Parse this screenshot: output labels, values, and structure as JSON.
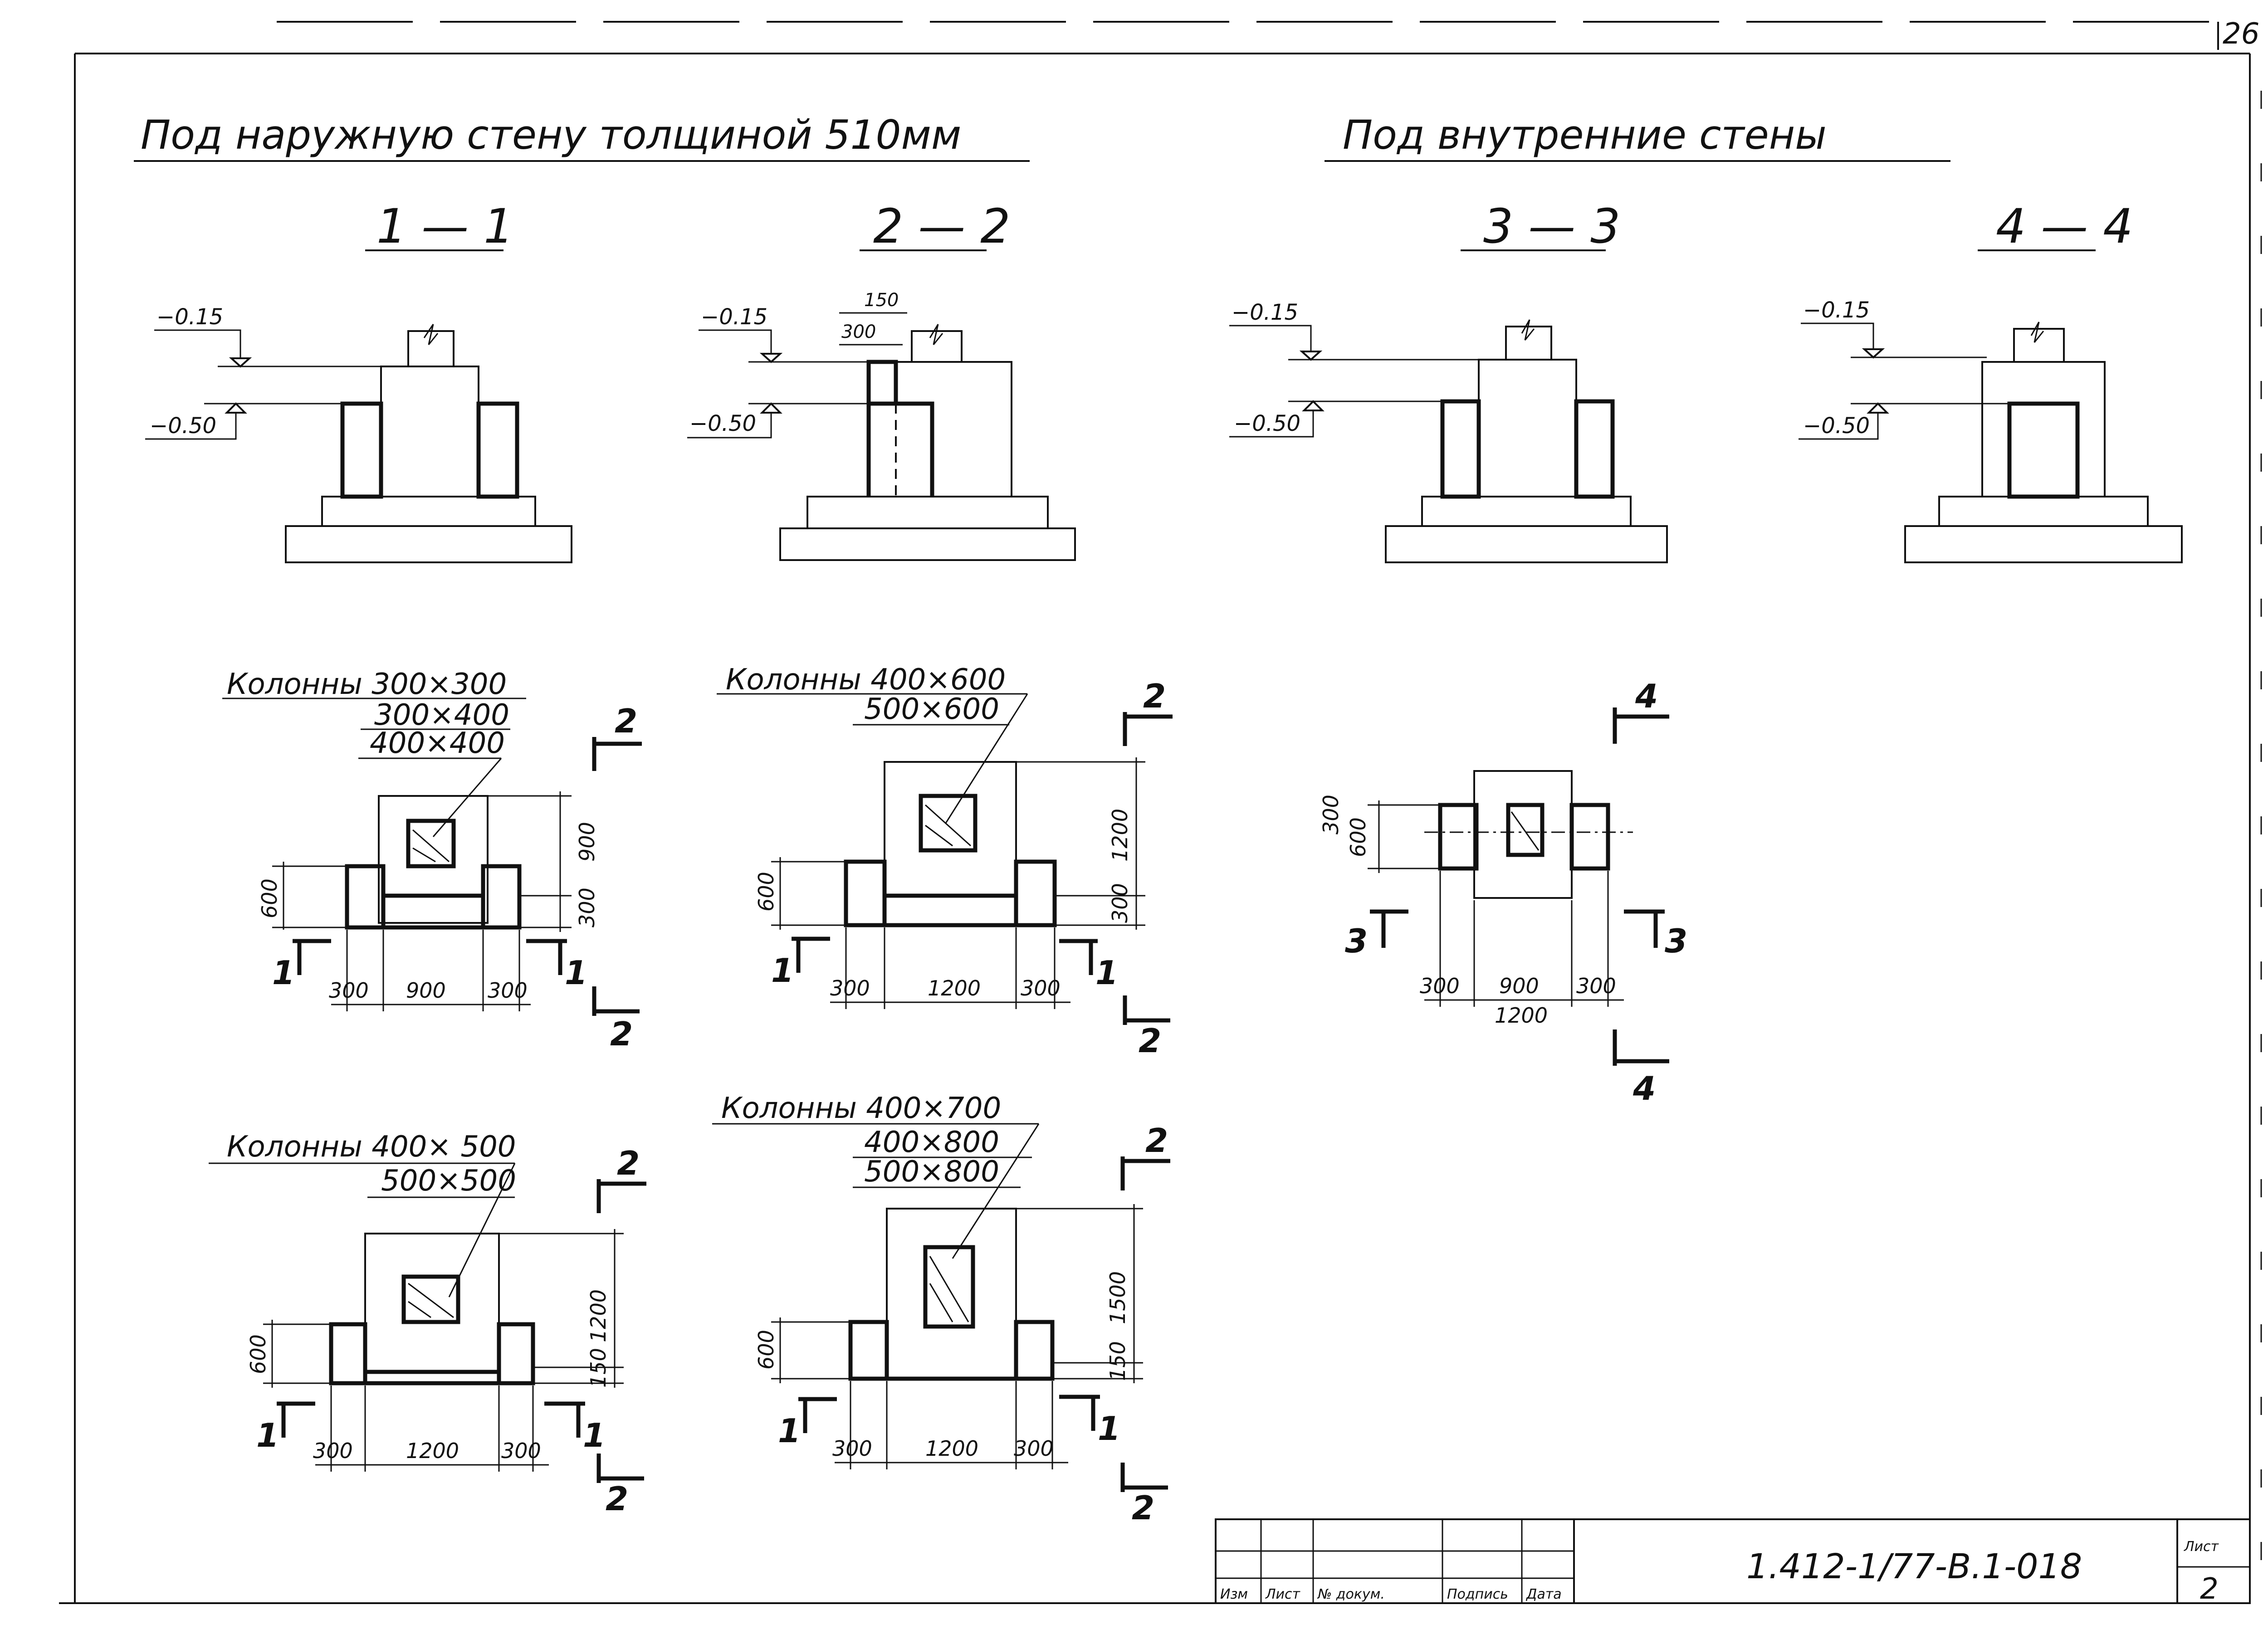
{
  "page_number": "26",
  "headings": {
    "outer": "Под наружную стену толщиной 510мм",
    "inner": "Под внутренние стены"
  },
  "sections": [
    {
      "title": "1 — 1",
      "elev_top": "−0.15",
      "elev_bottom": "−0.50"
    },
    {
      "title": "2 — 2",
      "elev_top": "−0.15",
      "elev_bottom": "−0.50",
      "dim_a": "150",
      "dim_b": "300"
    },
    {
      "title": "3 — 3",
      "elev_top": "−0.15",
      "elev_bottom": "−0.50"
    },
    {
      "title": "4 — 4",
      "elev_top": "−0.15",
      "elev_bottom": "−0.50"
    }
  ],
  "plans": [
    {
      "caption": [
        "Колонны 300×300",
        "300×400",
        "400×400"
      ],
      "dims": {
        "left_h": "600",
        "right_top": "900",
        "right_bottom": "300",
        "w_left": "300",
        "w_mid": "900",
        "w_right": "300"
      },
      "cuts": {
        "side": "1",
        "vert": "2"
      }
    },
    {
      "caption": [
        "Колонны 400×600",
        "500×600"
      ],
      "dims": {
        "left_h": "600",
        "right_top": "1200",
        "right_bottom": "300",
        "w_left": "300",
        "w_mid": "1200",
        "w_right": "300"
      },
      "cuts": {
        "side": "1",
        "vert": "2"
      }
    },
    {
      "caption": [
        "Колонны 400× 500",
        "500×500"
      ],
      "dims": {
        "left_h": "600",
        "right_top": "1200",
        "right_bottom": "150",
        "w_left": "300",
        "w_mid": "1200",
        "w_right": "300"
      },
      "cuts": {
        "side": "1",
        "vert": "2"
      }
    },
    {
      "caption": [
        "Колонны 400×700",
        "400×800",
        "500×800"
      ],
      "dims": {
        "left_h": "600",
        "right_top": "1500",
        "right_bottom": "150",
        "w_left": "300",
        "w_mid": "1200",
        "w_right": "300"
      },
      "cuts": {
        "side": "1",
        "vert": "2"
      }
    },
    {
      "caption": [],
      "dims": {
        "left_a": "300",
        "left_b": "600",
        "w_left": "300",
        "w_mid": "900",
        "w_right": "300",
        "w_total": "1200"
      },
      "cuts": {
        "side": "3",
        "vert": "4"
      }
    }
  ],
  "title_block": {
    "headers": [
      "Изм",
      "Лист",
      "№ докум.",
      "Подпись",
      "Дата"
    ],
    "code": "1.412-1/77-В.1-018",
    "sheet_label": "Лист",
    "sheet_number": "2"
  }
}
